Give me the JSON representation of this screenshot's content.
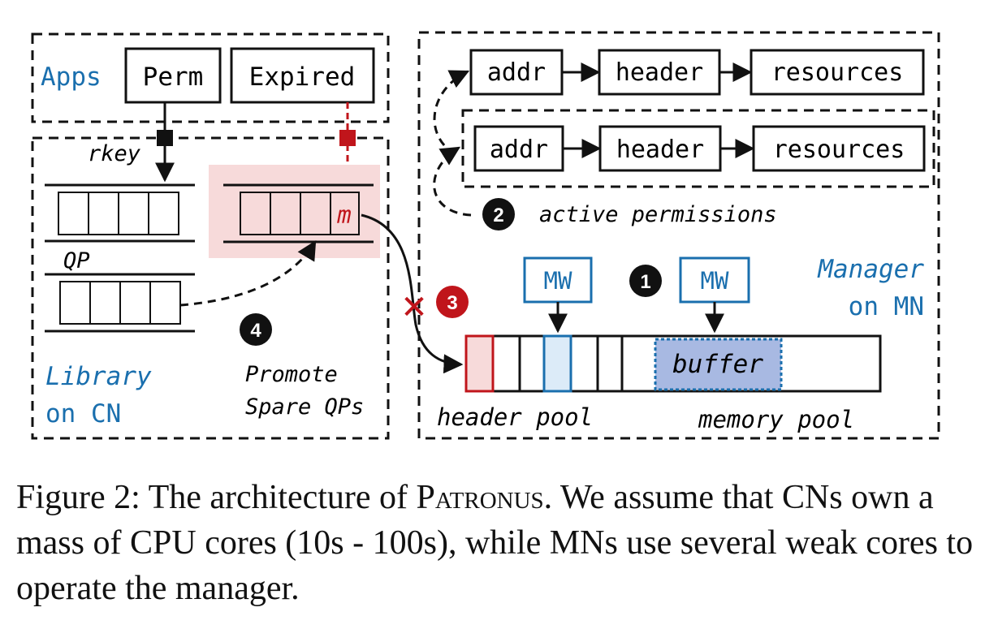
{
  "regions": {
    "apps": "Apps",
    "library_line1": "Library",
    "library_line2": "on CN",
    "manager_line1": "Manager",
    "manager_line2": "on MN"
  },
  "apps": {
    "perm": "Perm",
    "expired": "Expired"
  },
  "labels": {
    "rkey": "rkey",
    "qp": "QP",
    "m": "m",
    "promote_line1": "Promote",
    "promote_line2": "Spare QPs",
    "active_permissions": "active permissions",
    "header_pool": "header pool",
    "memory_pool": "memory pool",
    "buffer": "buffer",
    "mw": "MW"
  },
  "chains": [
    [
      "addr",
      "header",
      "resources"
    ],
    [
      "addr",
      "header",
      "resources"
    ]
  ],
  "steps": [
    "1",
    "2",
    "3",
    "4"
  ],
  "colors": {
    "blue_text": "#1a6fae",
    "red": "#c0151b",
    "highlight": "#f7dada",
    "buffer_fill": "#a8b9e2",
    "mw_cell": "#dcebf8"
  },
  "caption": {
    "prefix": "Figure 2: The architecture of ",
    "name": "Patronus",
    "rest": ". We assume that CNs own a mass of CPU cores (10s - 100s), while MNs use several weak cores to operate the manager."
  }
}
